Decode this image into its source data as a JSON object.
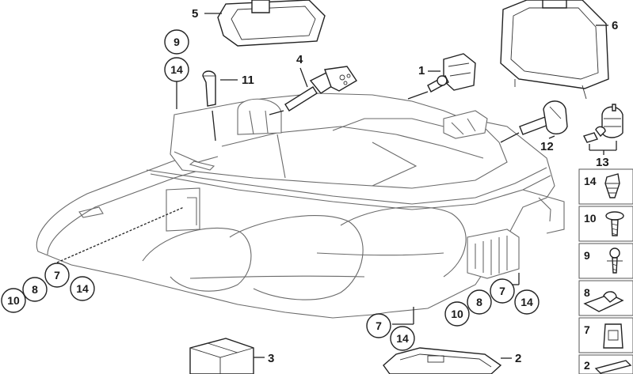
{
  "diagram": {
    "callouts": {
      "c1": "1",
      "c2": "2",
      "c3": "3",
      "c4": "4",
      "c5": "5",
      "c6": "6",
      "c11": "11",
      "c12": "12",
      "c13": "13"
    },
    "circles_top_left": [
      "9",
      "14"
    ],
    "circles_left_group": [
      "7",
      "8",
      "10",
      "14"
    ],
    "circles_right_group": [
      "7",
      "8",
      "10",
      "14"
    ],
    "circles_bottom_group": [
      "7",
      "14"
    ],
    "sidebar": [
      "14",
      "10",
      "9",
      "8",
      "7",
      "2"
    ]
  }
}
